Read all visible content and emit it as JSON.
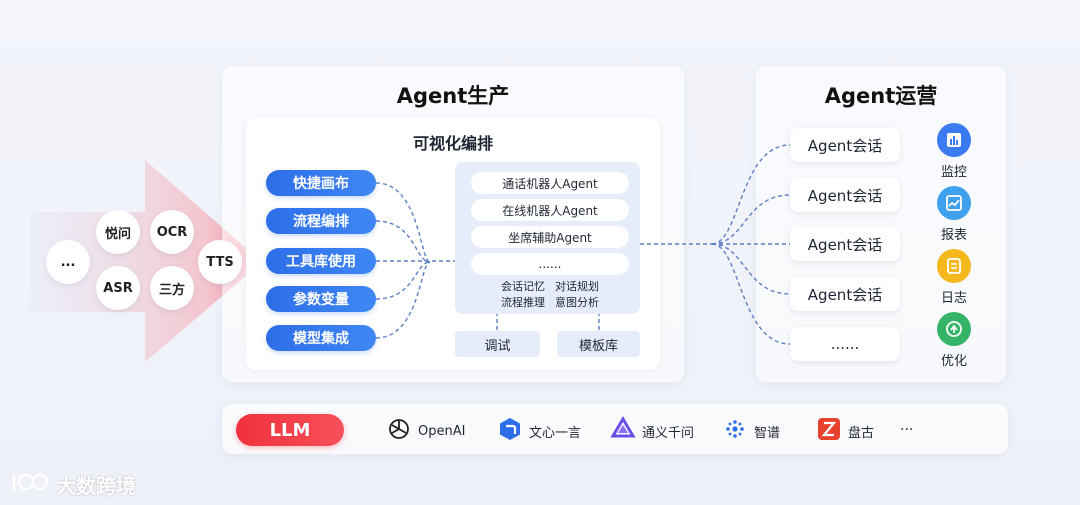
{
  "inputs": {
    "more": "...",
    "yuewen": "悦问",
    "ocr": "OCR",
    "asr": "ASR",
    "sanfang": "三方",
    "tts": "TTS"
  },
  "production": {
    "title": "Agent生产",
    "canvas_title": "可视化编排",
    "tools": [
      "快捷画布",
      "流程编排",
      "工具库使用",
      "参数变量",
      "模型集成"
    ],
    "agents": [
      "通话机器人Agent",
      "在线机器人Agent",
      "坐席辅助Agent",
      "......"
    ],
    "capabilities": [
      "会话记忆",
      "对话规划",
      "流程推理",
      "意图分析"
    ],
    "debug": "调试",
    "templates": "模板库"
  },
  "operations": {
    "title": "Agent运营",
    "sessions": [
      "Agent会话",
      "Agent会话",
      "Agent会话",
      "Agent会话",
      "......"
    ],
    "items": [
      {
        "label": "监控",
        "icon": "monitor-icon",
        "color": "#3a7af2"
      },
      {
        "label": "报表",
        "icon": "report-icon",
        "color": "#3fa0ee"
      },
      {
        "label": "日志",
        "icon": "log-icon",
        "color": "#f5b81c"
      },
      {
        "label": "优化",
        "icon": "optimize-icon",
        "color": "#35b468"
      }
    ]
  },
  "llm": {
    "label": "LLM",
    "vendors": [
      {
        "name": "OpenAI",
        "icon": "openai-icon"
      },
      {
        "name": "文心一言",
        "icon": "wenxin-icon"
      },
      {
        "name": "通义千问",
        "icon": "tongyi-icon"
      },
      {
        "name": "智谱",
        "icon": "zhipu-icon"
      },
      {
        "name": "盘古",
        "icon": "pangu-icon"
      }
    ],
    "more": "..."
  },
  "watermark": "大数跨境"
}
